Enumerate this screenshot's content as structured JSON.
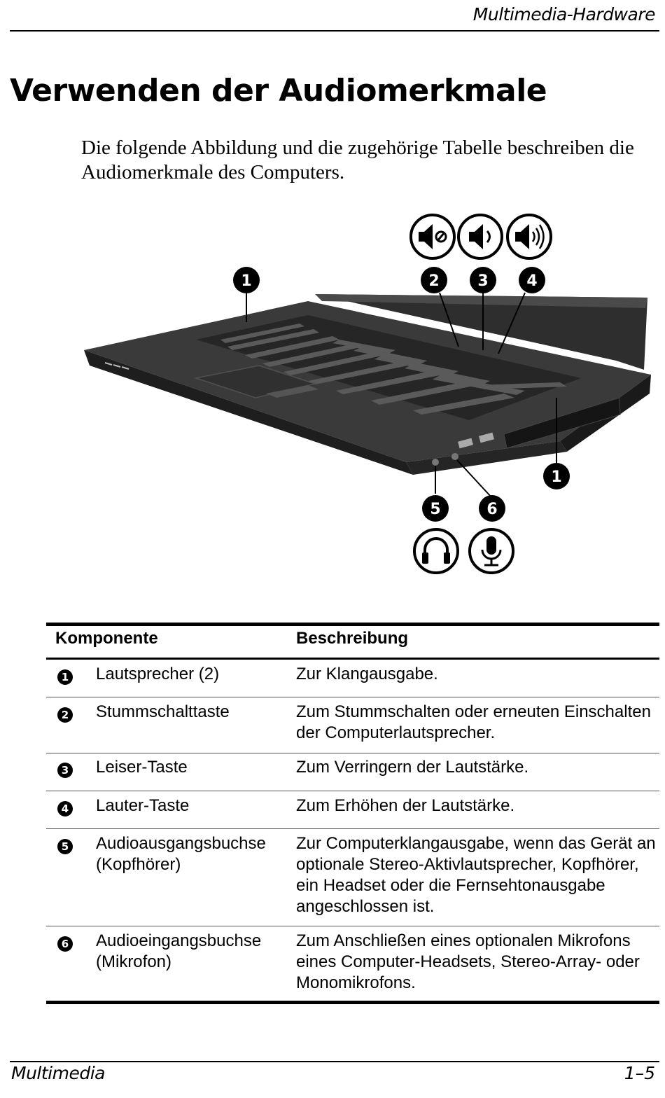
{
  "header": {
    "section": "Multimedia-Hardware"
  },
  "title": "Verwenden der Audiomerkmale",
  "intro": "Die folgende Abbildung und die zugehörige Tabelle beschreiben die Audiomerkmale des Computers.",
  "figure": {
    "callouts": [
      "1",
      "2",
      "3",
      "4",
      "1",
      "5",
      "6"
    ],
    "icons": [
      "mute-icon",
      "volume-down-icon",
      "volume-up-icon",
      "headphones-icon",
      "microphone-icon"
    ]
  },
  "table": {
    "headers": {
      "component": "Komponente",
      "description": "Beschreibung"
    },
    "rows": [
      {
        "num": "1",
        "component": "Lautsprecher (2)",
        "description": "Zur Klangausgabe."
      },
      {
        "num": "2",
        "component": "Stummschalttaste",
        "description": "Zum Stummschalten oder erneuten Einschalten der Computerlautsprecher."
      },
      {
        "num": "3",
        "component": "Leiser-Taste",
        "description": "Zum Verringern der Lautstärke."
      },
      {
        "num": "4",
        "component": "Lauter-Taste",
        "description": "Zum Erhöhen der Lautstärke."
      },
      {
        "num": "5",
        "component": "Audioausgangsbuchse\n(Kopfhörer)",
        "description": "Zur Computerklangausgabe, wenn das Gerät an optionale Stereo-Aktivlautsprecher, Kopfhörer, ein Headset oder die Fernsehtonausgabe angeschlossen ist."
      },
      {
        "num": "6",
        "component": "Audioeingangsbuchse\n(Mikrofon)",
        "description": "Zum Anschließen eines optionalen Mikrofons eines Computer-Headsets, Stereo-Array- oder Monomikrofons."
      }
    ]
  },
  "footer": {
    "chapter": "Multimedia",
    "page": "1–5"
  }
}
